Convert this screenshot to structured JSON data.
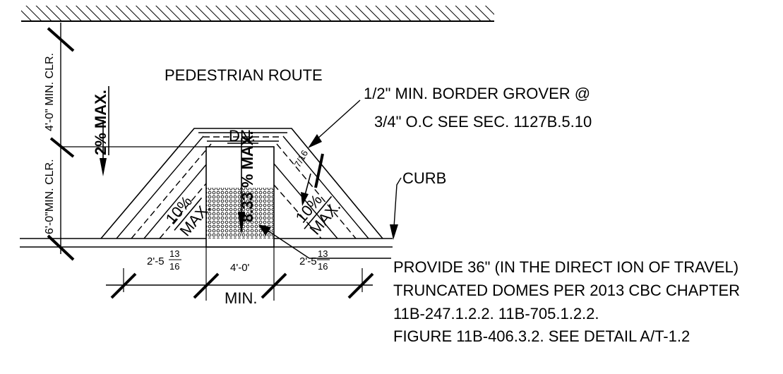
{
  "labels": {
    "pedestrian_route": "PEDESTRIAN ROUTE",
    "border_groove_line1": "1/2\" MIN. BORDER GROVER @",
    "border_groove_line2": "3/4\" O.C SEE SEC. 1127B.5.10",
    "curb": "CURB",
    "dn": "DN.",
    "min": "MIN.",
    "slope_top": "2% MAX.",
    "slope_center": "8.33 % MAX.",
    "slope_left_value": "10%",
    "slope_left_max": "MAX.",
    "slope_right_value": "10%",
    "slope_right_max": "MAX.",
    "clr_upper": "4'-0\" MIN. CLR.",
    "clr_lower": "6'-0\"MIN. CLR.",
    "small_frac": "7/16"
  },
  "dimensions": {
    "left_whole": "2'-5",
    "left_num": "13",
    "left_den": "16",
    "center": "4'-0'",
    "right_whole": "2'-5",
    "right_num": "13",
    "right_den": "16"
  },
  "note": {
    "line1": "PROVIDE 36\" (IN THE DIRECT ION OF TRAVEL)",
    "line2": "TRUNCATED DOMES PER 2013 CBC CHAPTER",
    "line3": "11B-247.1.2.2. 11B-705.1.2.2.",
    "line4": "FIGURE 11B-406.3.2. SEE DETAIL A/T-1.2"
  }
}
